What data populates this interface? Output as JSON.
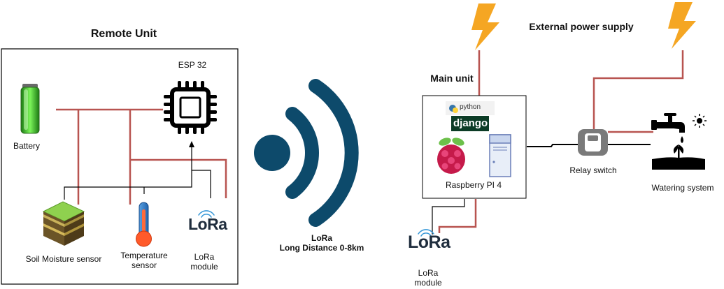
{
  "remote_unit": {
    "title": "Remote Unit",
    "esp_label": "ESP 32",
    "battery_label": "Battery",
    "soil_label": "Soil Moisture sensor",
    "temp_label_line1": "Temperature",
    "temp_label_line2": "sensor",
    "lora_logo": "LoRa",
    "lora_label_line1": "LoRa",
    "lora_label_line2": "module"
  },
  "link": {
    "label_line1": "LoRa",
    "label_line2": "Long Distance 0-8km"
  },
  "main_unit": {
    "title": "Main unit",
    "python_text": "python",
    "django_text": "django",
    "pi_label": "Raspberry PI 4",
    "lora_logo": "LoRa",
    "lora_label_line1": "LoRa",
    "lora_label_line2": "module"
  },
  "power": {
    "label": "External power supply"
  },
  "relay": {
    "label": "Relay switch"
  },
  "watering": {
    "label": "Watering system"
  },
  "colors": {
    "wire_power": "#b85450",
    "wire_signal": "#000000",
    "lora_blue": "#0d4a6b",
    "bolt": "#f5a623"
  }
}
